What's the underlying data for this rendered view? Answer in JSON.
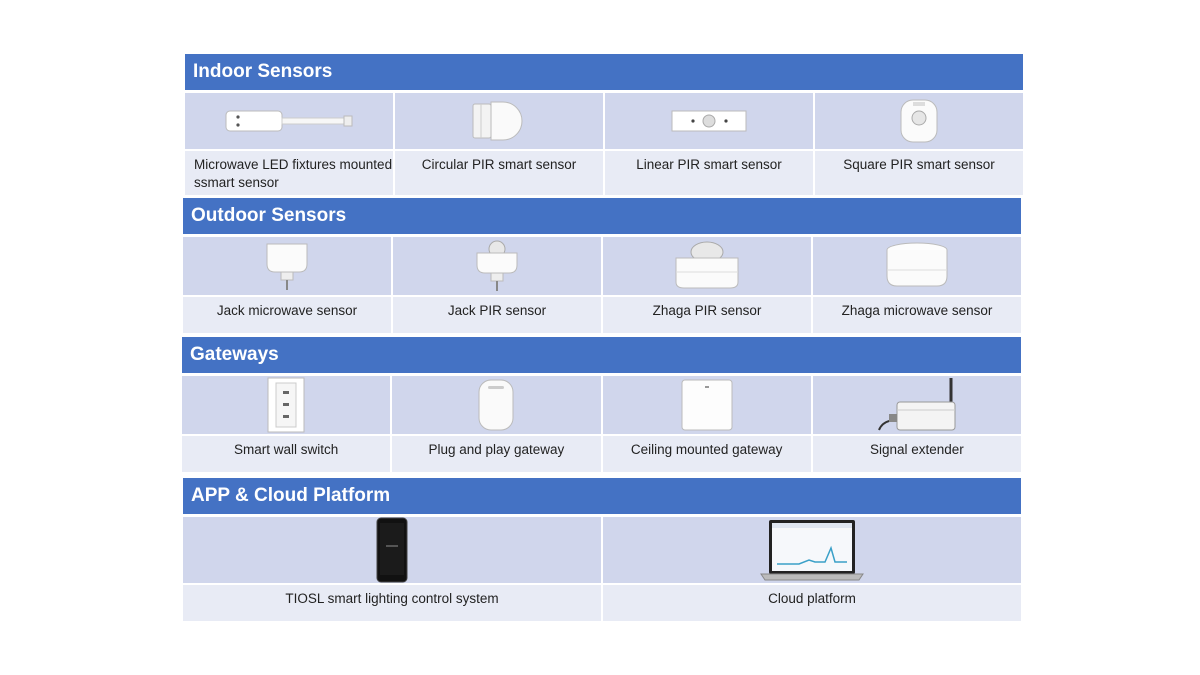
{
  "sections": [
    {
      "title": "Indoor Sensors",
      "items": [
        {
          "label": "Microwave LED fixtures mounted ssmart sensor",
          "icon": "microwave-strip-sensor-icon"
        },
        {
          "label": "Circular PIR smart sensor",
          "icon": "circular-pir-sensor-icon"
        },
        {
          "label": "Linear PIR smart sensor",
          "icon": "linear-pir-sensor-icon"
        },
        {
          "label": "Square PIR smart sensor",
          "icon": "square-pir-sensor-icon"
        }
      ]
    },
    {
      "title": "Outdoor Sensors",
      "items": [
        {
          "label": "Jack microwave sensor",
          "icon": "jack-microwave-sensor-icon"
        },
        {
          "label": "Jack PIR sensor",
          "icon": "jack-pir-sensor-icon"
        },
        {
          "label": "Zhaga PIR sensor",
          "icon": "zhaga-pir-sensor-icon"
        },
        {
          "label": "Zhaga microwave sensor",
          "icon": "zhaga-microwave-sensor-icon"
        }
      ]
    },
    {
      "title": "Gateways",
      "items": [
        {
          "label": "Smart wall switch",
          "icon": "wall-switch-icon"
        },
        {
          "label": "Plug and play gateway",
          "icon": "plug-gateway-icon"
        },
        {
          "label": "Ceiling mounted gateway",
          "icon": "ceiling-gateway-icon"
        },
        {
          "label": "Signal extender",
          "icon": "signal-extender-icon"
        }
      ]
    },
    {
      "title": "APP & Cloud Platform",
      "items": [
        {
          "label": "TIOSL smart lighting control system",
          "icon": "smartphone-icon"
        },
        {
          "label": "Cloud platform",
          "icon": "laptop-icon"
        }
      ]
    }
  ],
  "colors": {
    "header": "#4472c4",
    "image_cell": "#d0d6ec",
    "text_cell": "#e8ebf5"
  }
}
